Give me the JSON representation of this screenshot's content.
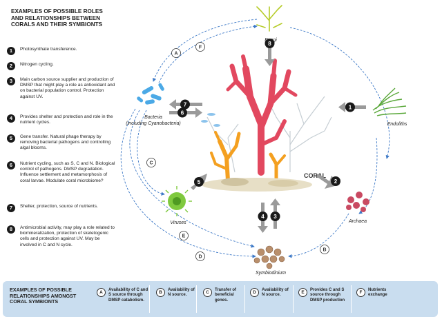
{
  "title": "EXAMPLES OF POSSIBLE ROLES AND RELATIONSHIPS BETWEEN CORALS AND THEIR SYMBIONTS",
  "roles": [
    {
      "num": "1",
      "text": "Photosynthate transference."
    },
    {
      "num": "2",
      "text": "Nitrogen cycling."
    },
    {
      "num": "3",
      "text": "Main carbon source supplier and production of DMSP that might play a role as antioxidant and on bacterial population control. Protection against UV."
    },
    {
      "num": "4",
      "text": "Provides shelter and protection and role in the nutrient cycles."
    },
    {
      "num": "5",
      "text": "Gene transfer. Natural phage therapy by removing bacterial pathogens and controlling algal blooms."
    },
    {
      "num": "6",
      "text": "Nutrient cycling, such as S, C and N. Biological control of pathogens. DMSP degradation. Influence settlement and metamorphosis of coral larvae. Modulate coral microbiome?"
    },
    {
      "num": "7",
      "text": "Shelter, protection, source of nutrients."
    },
    {
      "num": "8",
      "text": "Antimicrobial activity, may play a role related to biomineralization, protection of skeletogenic cells and protection against UV. May be involved in C and N cycle."
    }
  ],
  "organisms": {
    "fungi": "Fungi",
    "bacteria_line1": "Bacteria",
    "bacteria_line2": "(including Cyanobacteria)",
    "endoliths": "Endoliths",
    "archaea": "Archaea",
    "viruses": "Viruses",
    "symbiodinium": "Symbiodinium",
    "coral": "CORAL"
  },
  "arrow_numbers": {
    "fungi": "8",
    "endoliths": "1",
    "archaea": "2",
    "symbiodinium_up": "3",
    "symbiodinium_down": "4",
    "viruses": "5",
    "bacteria_a": "6",
    "bacteria_b": "7"
  },
  "cycle_letters": [
    "A",
    "B",
    "C",
    "D",
    "E",
    "F"
  ],
  "legend": {
    "title": "EXAMPLES OF POSSIBLE RELATIONSHIPS AMONGST CORAL SYMBIONTS",
    "items": [
      {
        "letter": "A",
        "text": "Availability of C and S source through DMSP catabolism."
      },
      {
        "letter": "B",
        "text": "Availability of N source."
      },
      {
        "letter": "C",
        "text": "Transfer of beneficial genes."
      },
      {
        "letter": "D",
        "text": "Availability of N source."
      },
      {
        "letter": "E",
        "text": "Provides C and S source through DMSP production"
      },
      {
        "letter": "F",
        "text": "Nutrients exchange"
      }
    ]
  },
  "colors": {
    "coral_red": "#e2485f",
    "coral_orange": "#f4a020",
    "arrow_grey": "#9a9a9a",
    "dashed_blue": "#3d79c7",
    "legend_bg": "#c9ddef"
  }
}
